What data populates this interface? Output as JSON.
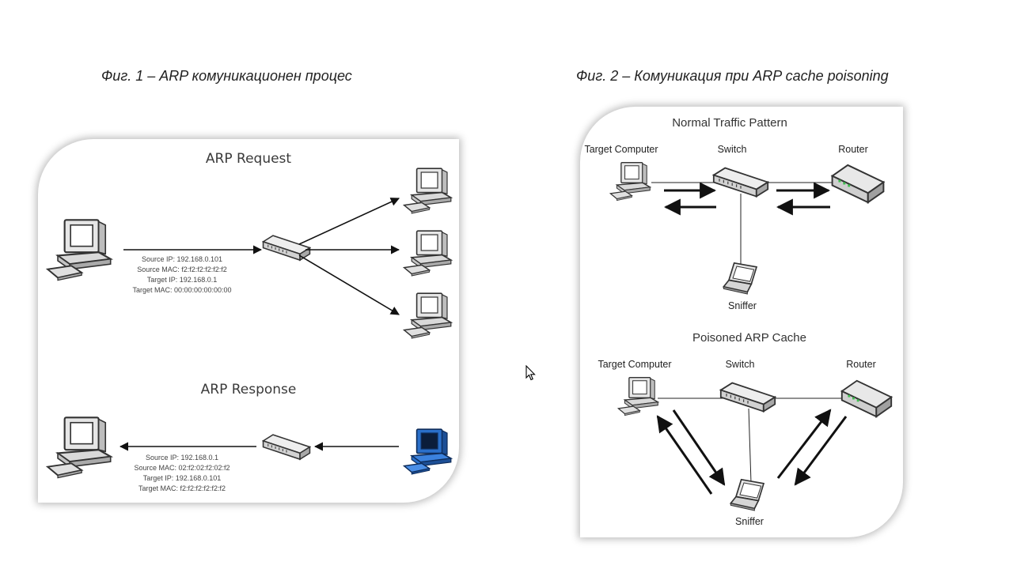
{
  "captions": {
    "fig1": "Фиг. 1 – ARP комуникационен процес",
    "fig2": "Фиг. 2 – Комуникация при ARP cache poisoning"
  },
  "fig1": {
    "request_title": "ARP Request",
    "request_lines": [
      "Source IP: 192.168.0.101",
      "Source MAC: f2:f2:f2:f2:f2:f2",
      "Target IP: 192.168.0.1",
      "Target MAC: 00:00:00:00:00:00"
    ],
    "response_title": "ARP Response",
    "response_lines": [
      "Source IP: 192.168.0.1",
      "Source MAC: 02:f2:02:f2:02:f2",
      "Target IP: 192.168.0.101",
      "Target MAC:  f2:f2:f2:f2:f2:f2"
    ]
  },
  "fig2": {
    "normal_title": "Normal Traffic Pattern",
    "poisoned_title": "Poisoned ARP Cache",
    "target_label": "Target Computer",
    "switch_label": "Switch",
    "router_label": "Router",
    "sniffer_label": "Sniffer"
  },
  "icons": {
    "desktop": "desktop-computer-icon",
    "switch": "network-switch-icon",
    "router": "router-icon",
    "laptop": "laptop-icon"
  },
  "colors": {
    "highlight_computer": "#2a6fc9",
    "router_led": "#3fbf4f"
  }
}
